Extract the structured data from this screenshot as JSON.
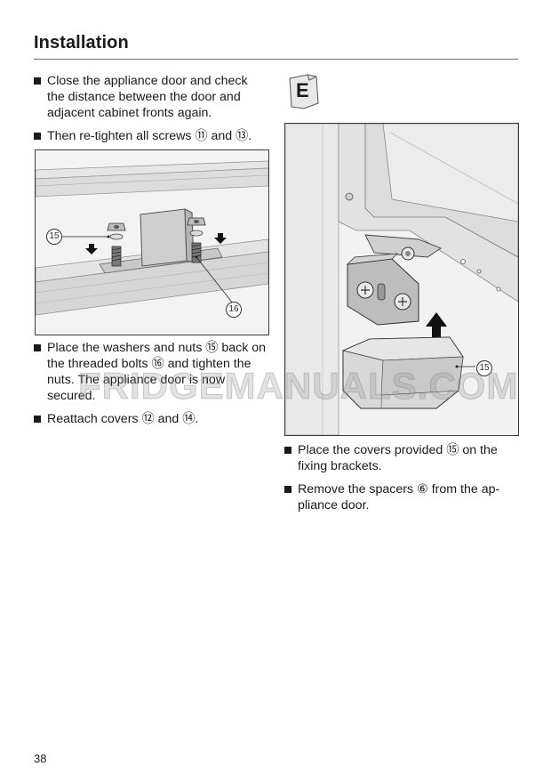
{
  "header": {
    "title": "Installation"
  },
  "steps_top": [
    "Close the appliance door and check the distance between the door and adjacent cabinet fronts again.",
    "Then re-tighten all screws ⑪ and ⑬."
  ],
  "figure1": {
    "callout_washers": "15",
    "callout_bolts": "16"
  },
  "steps_bottom": [
    "Place the washers and nuts ⑮ back on the threaded bolts ⑯ and tighten the nuts. The appliance door is now secured.",
    "Reattach covers ⑫ and ⑭."
  ],
  "figure2": {
    "tag": "E",
    "callout_cover": "15"
  },
  "steps_right": [
    "Place the covers provided ⑮ on the fixing brackets.",
    "Remove the spacers ⑥ from the ap- pliance door."
  ],
  "watermark": "FRIDGEMANUALS.COM",
  "footer": {
    "page_number": "38"
  }
}
